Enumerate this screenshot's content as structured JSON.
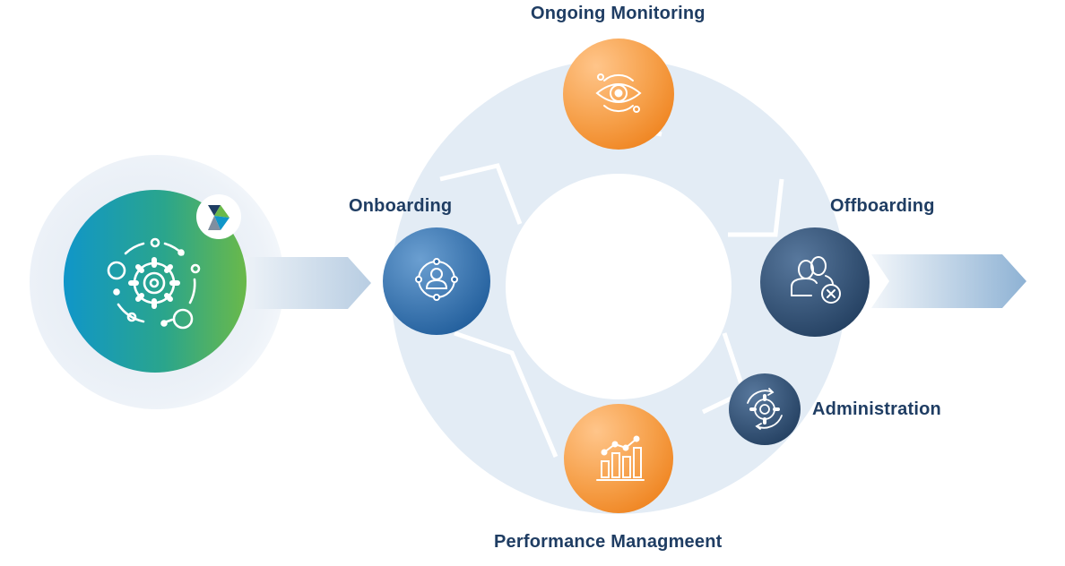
{
  "stages": {
    "ongoing_monitoring": "Ongoing Monitoring",
    "onboarding": "Onboarding",
    "offboarding": "Offboarding",
    "administration": "Administration",
    "performance_management": "Performance Managmeent"
  },
  "icons": {
    "hub": "gear-network-icon",
    "brand": "brand-logo-icon",
    "onboarding": "user-network-icon",
    "ongoing_monitoring": "eye-icon",
    "offboarding": "remove-users-icon",
    "administration": "gear-refresh-icon",
    "performance_management": "bar-chart-icon"
  },
  "colors": {
    "label_text": "#1f3d63",
    "ring": "#e3ecf5",
    "blue_node": "#2e6aa8",
    "navy_node": "#2d4f72",
    "orange_node": "#f28c28",
    "hub_gradient_start": "#1096c9",
    "hub_gradient_end": "#6ab94a"
  }
}
